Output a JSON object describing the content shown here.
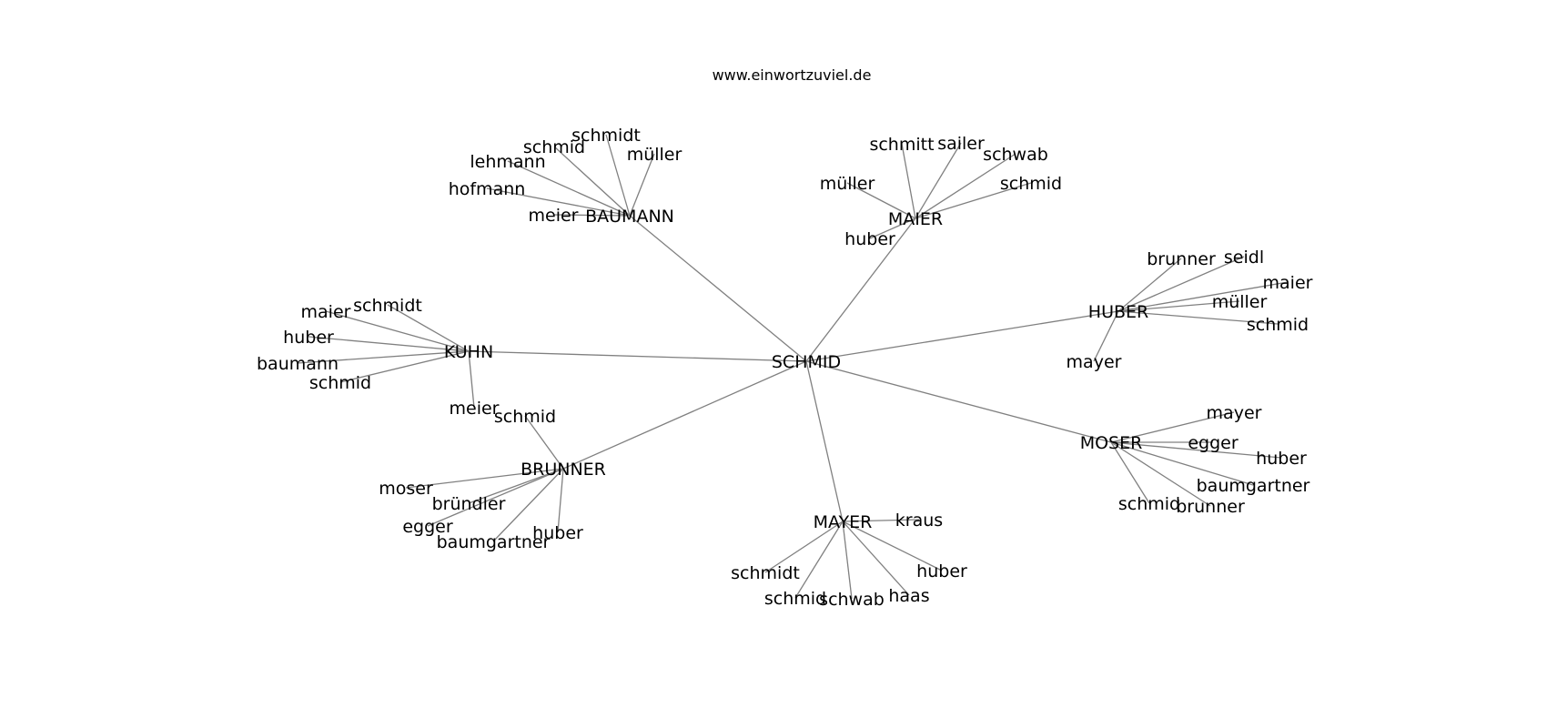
{
  "title": "www.einwortzuviel.de",
  "root": "SCHMID",
  "groups": [
    {
      "name": "BAUMANN",
      "leaves": [
        "schmidt",
        "schmid",
        "lehmann",
        "müller",
        "hofmann",
        "meier"
      ]
    },
    {
      "name": "MAIER",
      "leaves": [
        "schmitt",
        "sailer",
        "schwab",
        "müller",
        "schmid",
        "huber"
      ]
    },
    {
      "name": "HUBER",
      "leaves": [
        "brunner",
        "seidl",
        "maier",
        "müller",
        "schmid",
        "mayer"
      ]
    },
    {
      "name": "KUHN",
      "leaves": [
        "maier",
        "schmidt",
        "huber",
        "baumann",
        "schmid",
        "meier"
      ]
    },
    {
      "name": "BRUNNER",
      "leaves": [
        "schmid",
        "moser",
        "bründler",
        "egger",
        "baumgartner",
        "huber"
      ]
    },
    {
      "name": "MOSER",
      "leaves": [
        "mayer",
        "egger",
        "huber",
        "baumgartner",
        "schmid",
        "brunner"
      ]
    },
    {
      "name": "MAYER",
      "leaves": [
        "kraus",
        "schmidt",
        "huber",
        "schmid",
        "schwab",
        "haas"
      ]
    }
  ]
}
